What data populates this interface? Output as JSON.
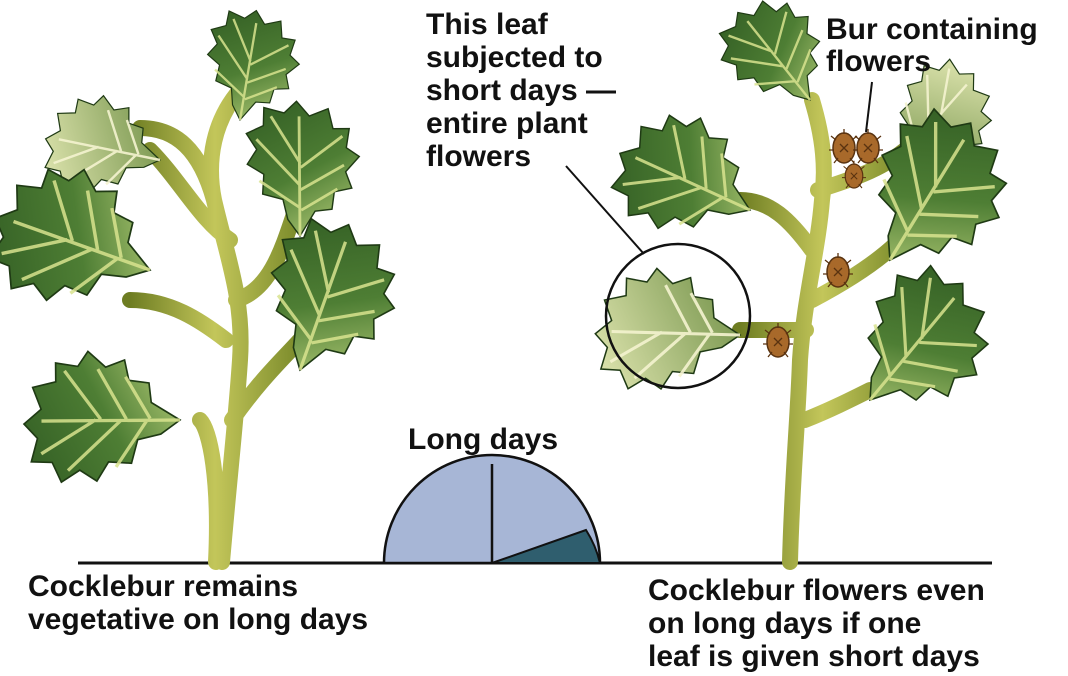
{
  "labels": {
    "short_day_leaf": [
      "This leaf",
      "subjected to",
      "short days —",
      "entire plant",
      "flowers"
    ],
    "bur": [
      "Bur containing",
      "flowers"
    ],
    "long_days": "Long days",
    "left_caption": [
      "Cocklebur remains",
      "vegetative on long days"
    ],
    "right_caption": [
      "Cocklebur flowers even",
      "on long days if one",
      "leaf is given short days"
    ]
  },
  "colors": {
    "leaf_dark": "#3f6b2a",
    "leaf_light": "#c9d98a",
    "stem": "#9aa63a",
    "bur": "#a8692a",
    "dial_light": "#a7b6d6",
    "dial_dark": "#2f5e6e",
    "ground": "#111111"
  },
  "icons": [
    "leaf-icon",
    "bur-icon",
    "day-length-dial-icon"
  ]
}
